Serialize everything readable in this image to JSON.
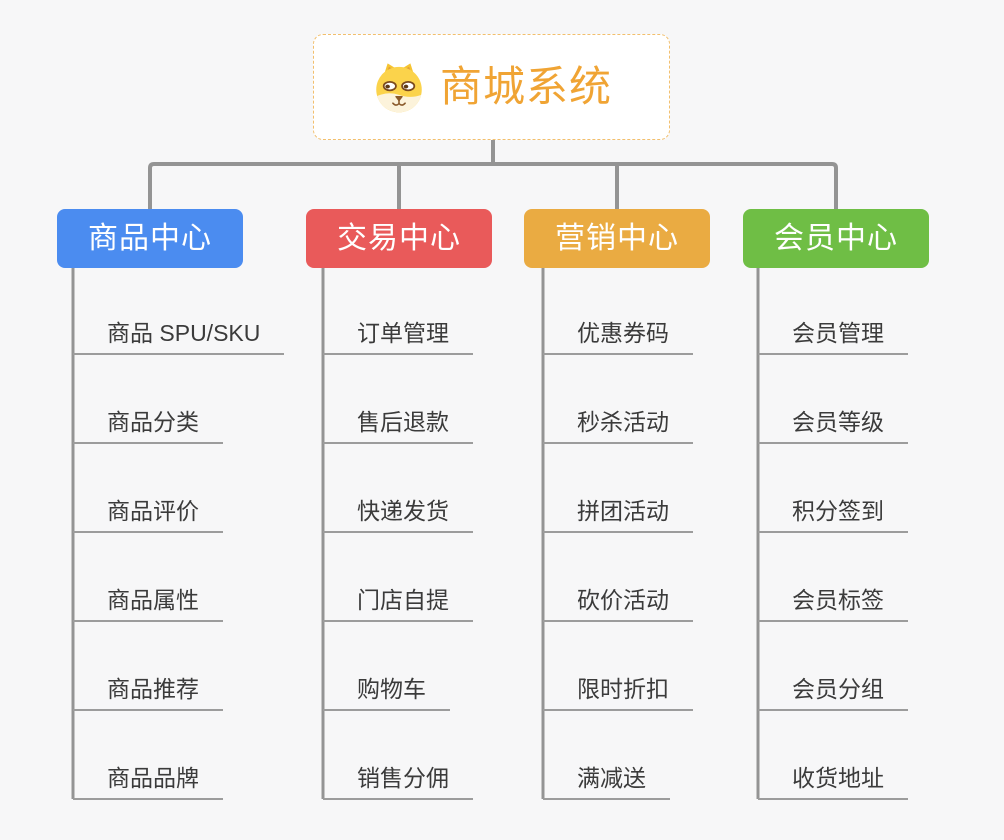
{
  "root": {
    "title": "商城系统",
    "icon": "dog-face-icon"
  },
  "branches": [
    {
      "label": "商品中心",
      "color": "#4b8cf0",
      "items": [
        "商品 SPU/SKU",
        "商品分类",
        "商品评价",
        "商品属性",
        "商品推荐",
        "商品品牌"
      ]
    },
    {
      "label": "交易中心",
      "color": "#e95a5a",
      "items": [
        "订单管理",
        "售后退款",
        "快递发货",
        "门店自提",
        "购物车",
        "销售分佣"
      ]
    },
    {
      "label": "营销中心",
      "color": "#eaab42",
      "items": [
        "优惠券码",
        "秒杀活动",
        "拼团活动",
        "砍价活动",
        "限时折扣",
        "满减送"
      ]
    },
    {
      "label": "会员中心",
      "color": "#6fbe45",
      "items": [
        "会员管理",
        "会员等级",
        "积分签到",
        "会员标签",
        "会员分组",
        "收货地址"
      ]
    }
  ],
  "colors": {
    "background": "#f7f7f8",
    "connector": "#949494",
    "leaf_line": "#9c9c9c",
    "leaf_text": "#3b3b3b",
    "root_accent": "#f0a434",
    "root_border": "#f2bf6d"
  }
}
